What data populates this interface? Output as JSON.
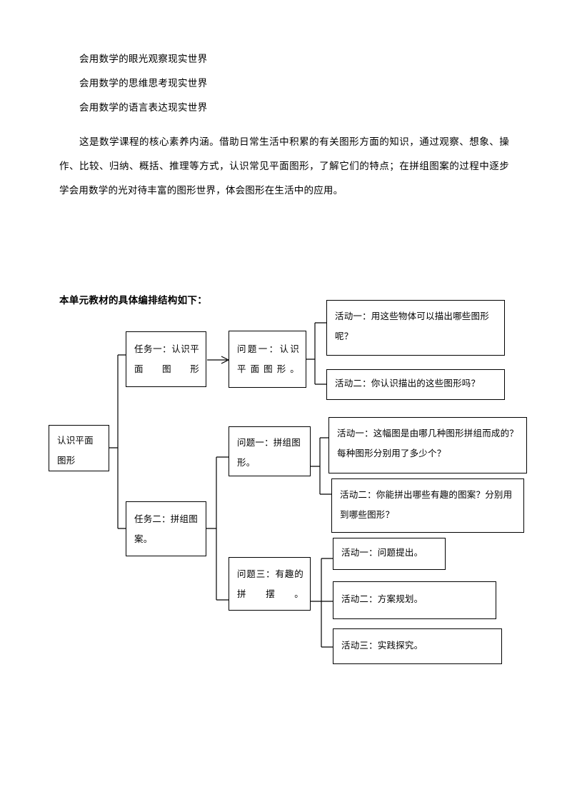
{
  "document": {
    "tenets": [
      "会用数学的眼光观察现实世界",
      "会用数学的思维思考现实世界",
      "会用数学的语言表达现实世界"
    ],
    "paragraph": "这是数学课程的核心素养内涵。借助日常生活中积累的有关图形方面的知识，通过观察、想象、操作、比较、归纳、概括、推理等方式，认识常见平面图形，了解它们的特点；在拼组图案的过程中逐步学会用数学的光对待丰富的图形世界，体会图形在生活中的应用。",
    "section_title": "本单元教材的具体编排结构如下："
  },
  "diagram": {
    "root": "认识平面图形",
    "task_1": "任务一：认识平面图形",
    "task_2": "任务二：拼组图案。",
    "question_1_1": "问题一：认识平面图形。",
    "question_2_1": "问题一：拼组图形。",
    "question_2_3": "问题三：有趣的拼摆。",
    "activity_1_1": "活动一：用这些物体可以描出哪些图形呢？",
    "activity_1_2": "活动二：你认识描出的这些图形吗？",
    "activity_2_1": "活动一：这幅图是由哪几种图形拼组而成的？每种图形分别用了多少个？",
    "activity_2_2": "活动二：你能拼出哪些有趣的图案？分别用到哪些图形？",
    "activity_3_1": "活动一：问题提出。",
    "activity_3_2": "活动二：方案规划。",
    "activity_3_3": "活动三：实践探究。",
    "line_color": "#000000"
  }
}
